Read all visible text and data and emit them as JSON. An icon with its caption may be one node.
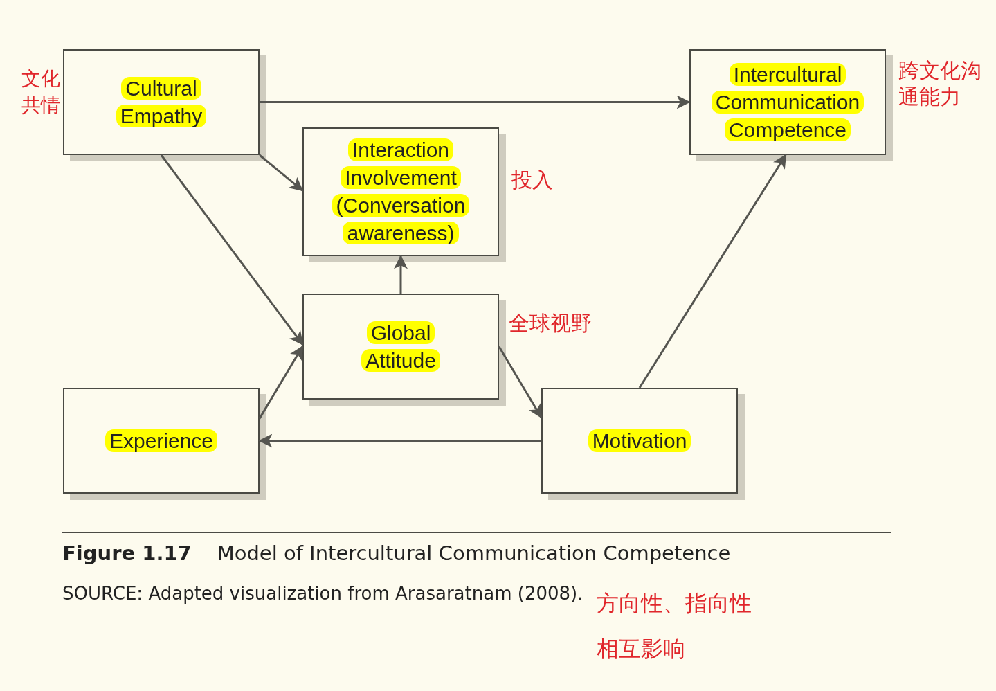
{
  "diagram": {
    "caption": "**Figure 1.17**  Model of Intercultural Communication Competence",
    "nodes": [
      {
        "text": [
          "Cultural Empathy"
        ],
        "beside": [
          "文化共情"
        ]
      },
      {
        "text": [
          "Interaction Involvement (Conversation awareness)"
        ],
        "beside": [
          "投入"
        ]
      },
      {
        "text": [
          "Intercultural Communication Competence"
        ],
        "beside": [
          "跨文化沟通能力"
        ]
      },
      {
        "text": [
          "Global Attitude"
        ],
        "beside": [
          "全球视野"
        ]
      },
      {
        "text": [
          "Experience"
        ]
      },
      {
        "text": [
          "Motivation"
        ]
      }
    ],
    "edges": [
      {
        "from": 0,
        "to": 2,
        "arrow": "to"
      },
      {
        "from": 0,
        "to": 1,
        "arrow": "to"
      },
      {
        "from": 0,
        "to": 3,
        "arrow": "to"
      },
      {
        "from": 3,
        "to": 1,
        "arrow": "to"
      },
      {
        "from": 4,
        "to": 3,
        "arrow": "to"
      },
      {
        "from": 3,
        "to": 5,
        "arrow": "to"
      },
      {
        "from": 5,
        "to": 4,
        "arrow": "to"
      },
      {
        "from": 5,
        "to": 2,
        "arrow": "to"
      }
    ],
    "labels": [
      "SOURCE: Adapted visualization from Arasaratnam (2008).",
      "方向性、指向性相互影响"
    ]
  }
}
